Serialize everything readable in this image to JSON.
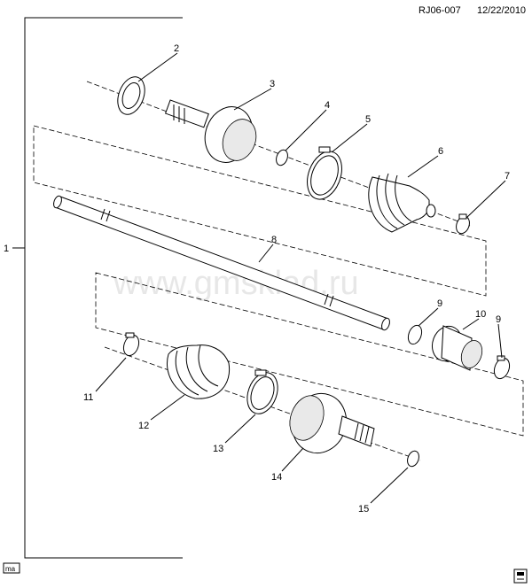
{
  "header": {
    "code": "RJ06-007",
    "date": "12/22/2010"
  },
  "watermark": "www.gmsklad.ru",
  "corner_tag": "ma",
  "callouts": [
    "1",
    "2",
    "3",
    "4",
    "5",
    "6",
    "7",
    "8",
    "9",
    "10",
    "9",
    "11",
    "12",
    "13",
    "14",
    "15"
  ]
}
